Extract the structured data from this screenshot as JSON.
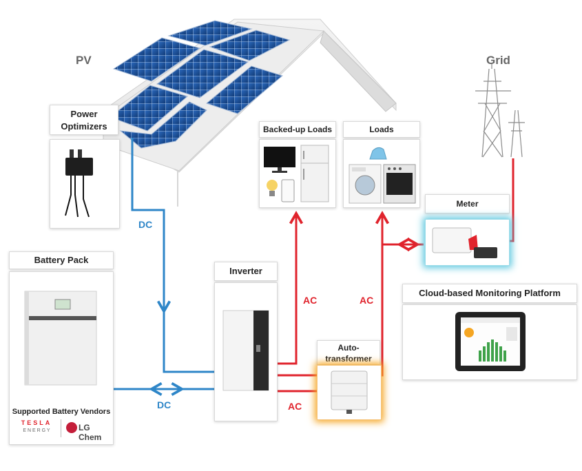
{
  "labels": {
    "pv": "PV",
    "grid": "Grid",
    "power_optimizers": "Power\nOptimizers",
    "backed_up_loads": "Backed-up Loads",
    "loads": "Loads",
    "meter": "Meter",
    "battery_pack": "Battery Pack",
    "inverter": "Inverter",
    "cloud_platform": "Cloud-based Monitoring Platform",
    "autotransformer": "Auto-\ntransformer",
    "supported_vendors": "Supported Battery Vendors",
    "tesla_logo": "TESLA",
    "tesla_energy": "E N E R G Y",
    "lg_chem": "LG Chem",
    "dc_1": "DC",
    "dc_2": "DC",
    "ac_1": "AC",
    "ac_2": "AC",
    "ac_3": "AC"
  },
  "colors": {
    "dc_line": "#2e86c8",
    "ac_line": "#e0232c",
    "meter_glow": "#5ec8df",
    "autotransformer_glow": "#f5a623",
    "solar_cell": "#1d4f95"
  },
  "icons": {
    "optimizer": "power-optimizer-icon",
    "tv": "tv-icon",
    "fridge": "fridge-icon",
    "bulb": "light-bulb-icon",
    "phone": "phone-icon",
    "iron": "iron-icon",
    "washer": "washing-machine-icon",
    "oven": "oven-icon",
    "tower": "power-tower-icon",
    "meter": "meter-device-icon",
    "battery": "battery-icon",
    "inverter": "inverter-icon",
    "tablet": "tablet-icon",
    "autotransformer": "autotransformer-icon",
    "lg": "lg-logo-icon"
  }
}
